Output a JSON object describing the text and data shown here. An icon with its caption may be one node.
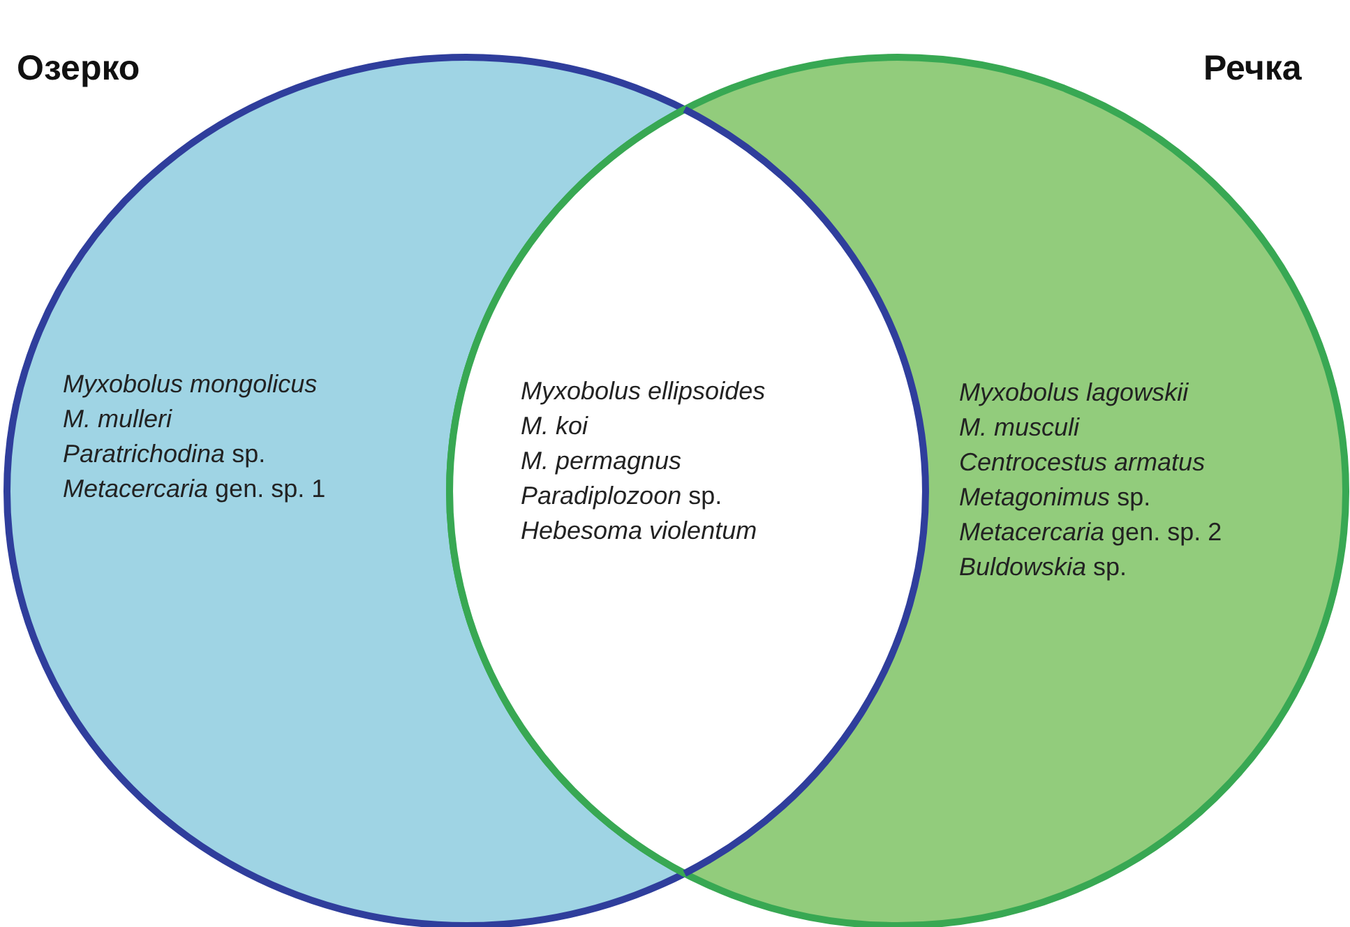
{
  "diagram": {
    "nodes": [
      {
        "text": [
          "Озерко",
          "Myxobolus mongolicus",
          "M. mulleri",
          "*Paratrichodina* sp.",
          "*Metacercaria* gen. sp. 1"
        ]
      },
      {
        "text": [
          "Речка",
          "Myxobolus lagowskii",
          "M. musculi",
          "Centrocestus armatus",
          "*Metagonimus* sp.",
          "*Metacercaria* gen. sp. 2",
          "*Buldowskia* sp."
        ]
      },
      {
        "text": [
          "Myxobolus ellipsoides",
          "M. koi",
          "M. permagnus",
          "*Paradiplozoon* sp.",
          "Hebesoma violentum"
        ]
      }
    ]
  }
}
